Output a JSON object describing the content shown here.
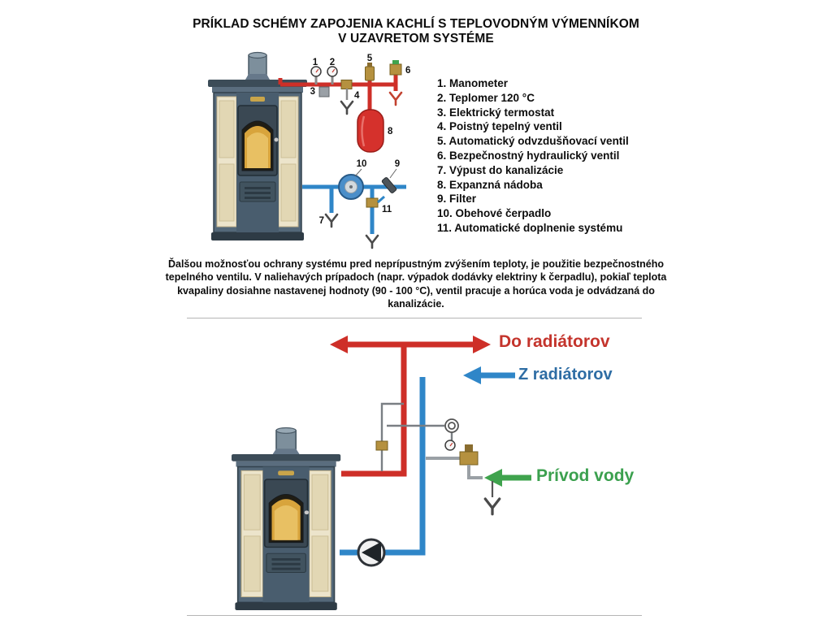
{
  "title": {
    "line1": "PRÍKLAD SCHÉMY ZAPOJENIA KACHLÍ S TEPLOVODNÝM VÝMENNÍKOM",
    "line2": "V UZAVRETOM SYSTÉME"
  },
  "legend": {
    "items": [
      "1. Manometer",
      "2. Teplomer 120 °C",
      "3. Elektrický termostat",
      "4. Poistný tepelný ventil",
      "5. Automatický odvzdušňovací ventil",
      "6. Bezpečnostný hydraulický ventil",
      "7. Výpust do kanalizácie",
      "8. Expanzná nádoba",
      "9. Filter",
      "10. Obehové čerpadlo",
      "11. Automatické doplnenie systému"
    ]
  },
  "note": "Ďalšou možnosťou ochrany systému pred neprípustným zvýšením teploty, je použitie bezpečnostného tepelného ventilu. V naliehavých prípadoch (napr. výpadok dodávky elektriny k čerpadlu), pokiaľ teplota kvapaliny dosiahne nastavenej hodnoty (90 - 100 °C), ventil pracuje a horúca voda je odvádzaná do kanalizácie.",
  "top_diagram": {
    "numbers": [
      "1",
      "2",
      "3",
      "4",
      "5",
      "6",
      "7",
      "8",
      "9",
      "10",
      "11"
    ]
  },
  "bottom_diagram": {
    "labels": {
      "to_radiators": "Do radiátorov",
      "from_radiators": "Z radiátorov",
      "water_supply": "Prívod vody"
    }
  },
  "colors": {
    "hot_pipe": "#ce2f28",
    "cold_pipe": "#2f86c8",
    "supply_pipe": "#3fa34d",
    "label_red": "#c4342c",
    "label_blue": "#2e6da4",
    "label_green": "#3ba04e"
  }
}
